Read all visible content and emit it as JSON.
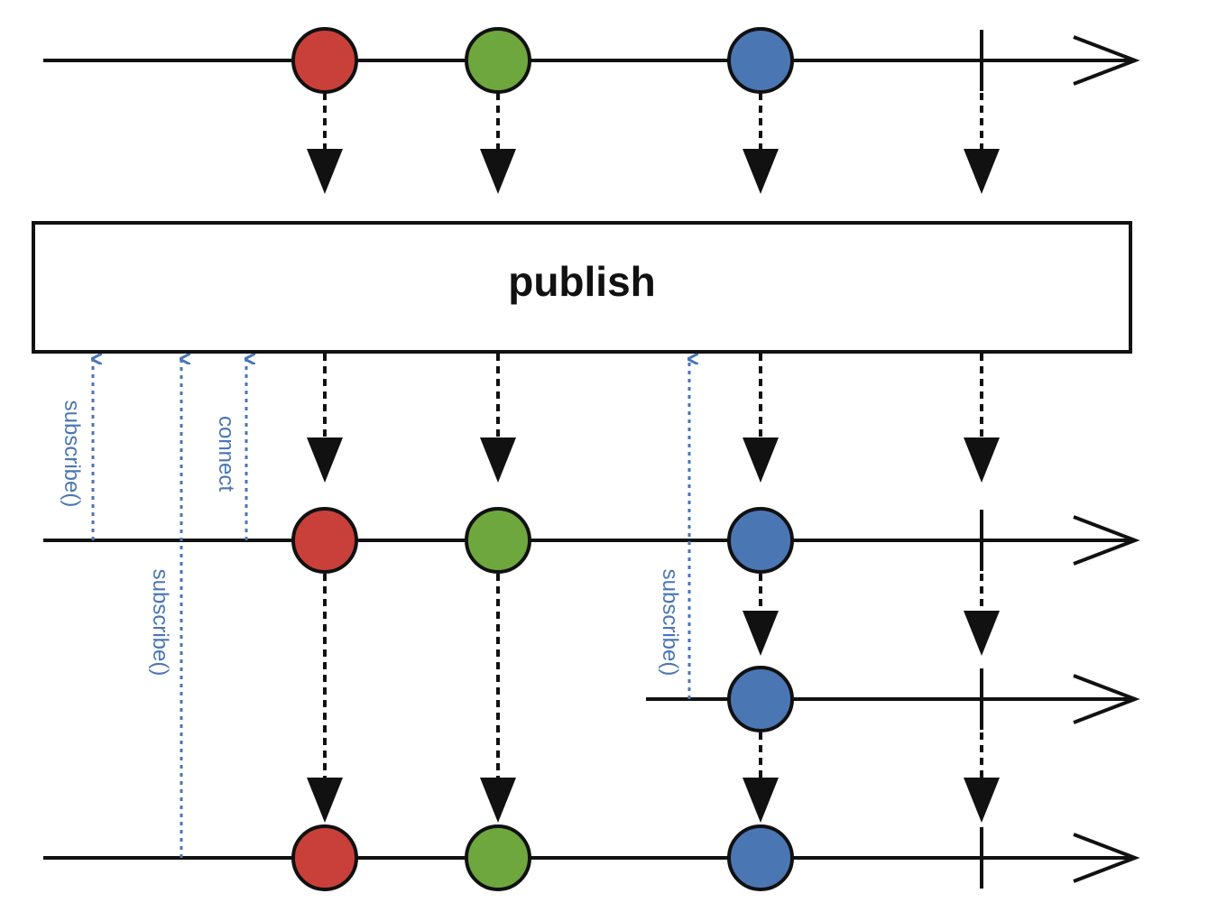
{
  "operator": {
    "label": "publish"
  },
  "colors": {
    "line": "#111111",
    "red": "#c9403a",
    "green": "#6fa73f",
    "blue": "#4a76b4",
    "call": "#4a76b4"
  },
  "streams": [
    {
      "id": "source",
      "role": "source",
      "emissions": [
        "red",
        "green",
        "blue"
      ],
      "completes": true
    },
    {
      "id": "published",
      "role": "output",
      "emissions": [
        "red",
        "green",
        "blue"
      ],
      "completes": true
    },
    {
      "id": "late-subscriber",
      "role": "output",
      "emissions": [
        "blue"
      ],
      "completes": true
    },
    {
      "id": "early-subscriber",
      "role": "output",
      "emissions": [
        "red",
        "green",
        "blue"
      ],
      "completes": true
    }
  ],
  "calls": [
    {
      "id": "subscribe-1",
      "label": "subscribe()"
    },
    {
      "id": "subscribe-2",
      "label": "subscribe()"
    },
    {
      "id": "connect",
      "label": "connect"
    },
    {
      "id": "subscribe-3",
      "label": "subscribe()"
    }
  ]
}
